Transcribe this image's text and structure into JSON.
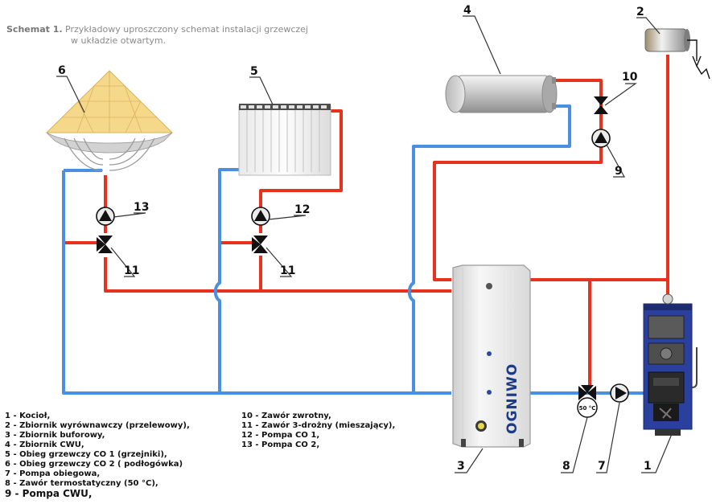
{
  "caption": {
    "title": "Schemat 1.",
    "text_line1": "Przykładowy uproszczony schemat instalacji grzewczej",
    "text_line2": "w układzie otwartym."
  },
  "legend_left": [
    "1 - Kocioł,",
    "2 - Zbiornik wyrównawczy (przelewowy),",
    "3 - Zbiornik buforowy,",
    "4 - Zbiornik CWU,",
    "5 - Obieg grzewczy CO 1 (grzejniki),",
    "6 - Obieg grzewczy  CO 2 ( podłogówka)",
    "7 - Pompa obiegowa,",
    "8 - Zawór termostatyczny (50 °C),",
    "9 - Pompa CWU,"
  ],
  "legend_right": [
    "10 - Zawór zwrotny,",
    "11 - Zawór 3-drożny (mieszający),",
    "12 - Pompa CO 1,",
    "13 - Pompa CO 2,"
  ],
  "labels": {
    "n1": "1",
    "n2": "2",
    "n3": "3",
    "n4": "4",
    "n5": "5",
    "n6": "6",
    "n7": "7",
    "n8": "8",
    "n9": "9",
    "n10": "10",
    "n11a": "11",
    "n11b": "11",
    "n12": "12",
    "n13": "13"
  },
  "valve_temp": "50 °C",
  "brand_buffer": "OGNIWO",
  "colors": {
    "hot": "#e8321e",
    "cold": "#4a90e2",
    "boiler": "#2b3f9e"
  }
}
